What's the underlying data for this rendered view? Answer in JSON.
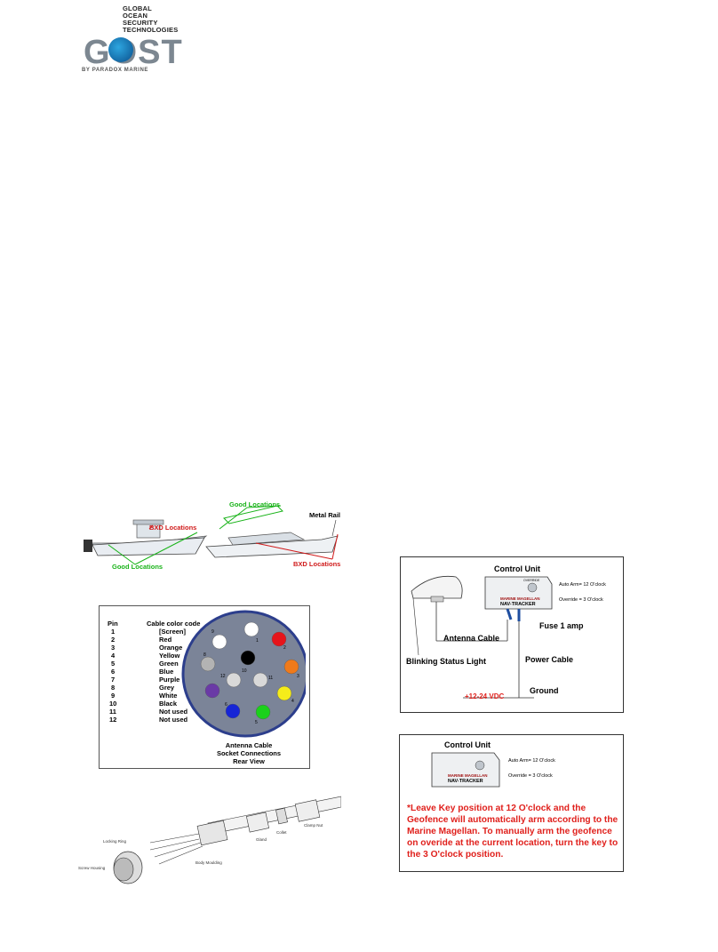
{
  "logo": {
    "lines": [
      "GLOBAL",
      "OCEAN",
      "SECURITY",
      "TECHNOLOGIES"
    ],
    "wordmark": "GOST",
    "tagline": "BY PARADOX MARINE"
  },
  "boat_figure": {
    "good_locations_label": "Good Locations",
    "bxd_locations_label": "BXD Locations",
    "metal_rail_label": "Metal Rail"
  },
  "pin_table": {
    "header_pin": "Pin",
    "header_color": "Cable color code",
    "rows": [
      {
        "pin": "1",
        "color": "[Screen]"
      },
      {
        "pin": "2",
        "color": "Red"
      },
      {
        "pin": "3",
        "color": "Orange"
      },
      {
        "pin": "4",
        "color": "Yellow"
      },
      {
        "pin": "5",
        "color": "Green"
      },
      {
        "pin": "6",
        "color": "Blue"
      },
      {
        "pin": "7",
        "color": "Purple"
      },
      {
        "pin": "8",
        "color": "Grey"
      },
      {
        "pin": "9",
        "color": "White"
      },
      {
        "pin": "10",
        "color": "Black"
      },
      {
        "pin": "11",
        "color": "Not used"
      },
      {
        "pin": "12",
        "color": "Not used"
      }
    ],
    "caption_lines": [
      "Antenna Cable",
      "Socket Connections",
      "Rear View"
    ],
    "socket_pin_colors": {
      "p1": "#ffffff",
      "p2": "#e6141b",
      "p3": "#f07a1a",
      "p4": "#f5ec1a",
      "p5": "#1bd11b",
      "p6": "#1625d6",
      "p7": "#6a3aa6",
      "p8": "#b3b3b3",
      "p9": "#ffffff",
      "p10": "#000000",
      "p11": "#d9d9d9",
      "p12": "#d9d9d9",
      "socket_face": "#7b8498",
      "socket_ring": "#2c3e8c"
    }
  },
  "gland_figure": {
    "labels": [
      "Locking Ring",
      "Screw Housing",
      "Body Moulding",
      "Gland",
      "Collet",
      "Clamp Nut"
    ]
  },
  "wiring_diagram": {
    "control_unit_label": "Control Unit",
    "auto_arm": "Auto Arm= 12 O'clock",
    "override": "Override = 3 O'clock",
    "device_brand": "MARINE MAGELLAN",
    "device_model": "NAV-TRACKER",
    "fuse_label": "Fuse 1 amp",
    "antenna_cable_label": "Antenna Cable",
    "power_cable_label": "Power Cable",
    "status_light_label": "Blinking Status Light",
    "ground_label": "Ground",
    "voltage_label": "+12-24 VDC",
    "override_key_text": "OVERRIDE"
  },
  "key_note": {
    "control_unit_label": "Control Unit",
    "auto_arm": "Auto Arm= 12 O'clock",
    "override": "Override = 3 O'clock",
    "device_brand": "MARINE MAGELLAN",
    "device_model": "NAV-TRACKER",
    "note": "*Leave Key position at 12 O'clock and the Geofence will automatically arm according to the Marine Magellan.   To manually arm the geofence on overide at the current location, turn the key to the 3 O'clock position."
  }
}
